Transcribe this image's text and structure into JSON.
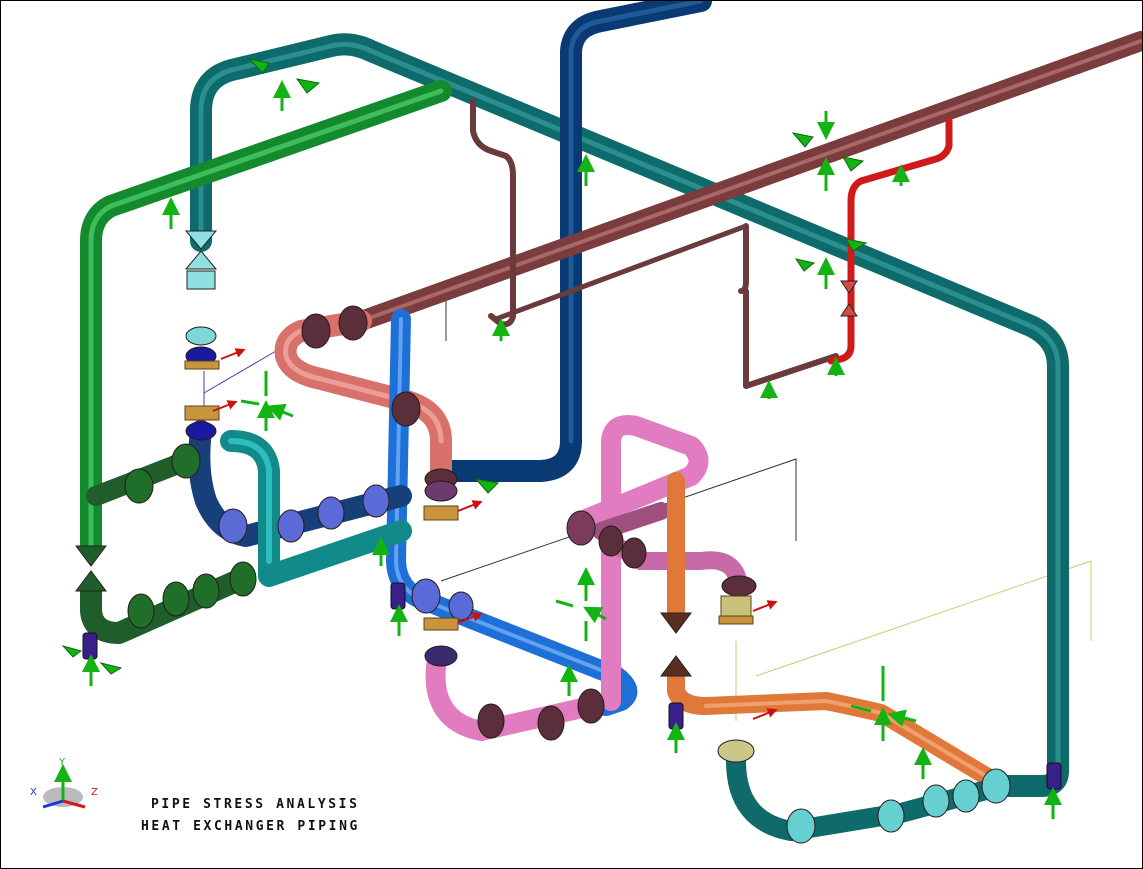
{
  "caption": {
    "line1": "PIPE STRESS ANALYSIS",
    "line2": "HEAT EXCHANGER PIPING"
  },
  "axis_triad": {
    "x_label": "X",
    "y_label": "Y",
    "z_label": "Z"
  },
  "colors": {
    "background": "#ffffff",
    "teal_pipe": "#0f6b6b",
    "green_pipe": "#138a2e",
    "brown_pipe": "#7a3c3c",
    "salmon_pipe": "#d9716b",
    "blue_pipe": "#1e6fd6",
    "navy_pipe": "#0a3a73",
    "pink_pipe": "#e07cbf",
    "orange_pipe": "#e0783a",
    "red_pipe": "#d01a1a",
    "cyan_pipe": "#33cccc",
    "restraint_arrow": "#12b312"
  }
}
